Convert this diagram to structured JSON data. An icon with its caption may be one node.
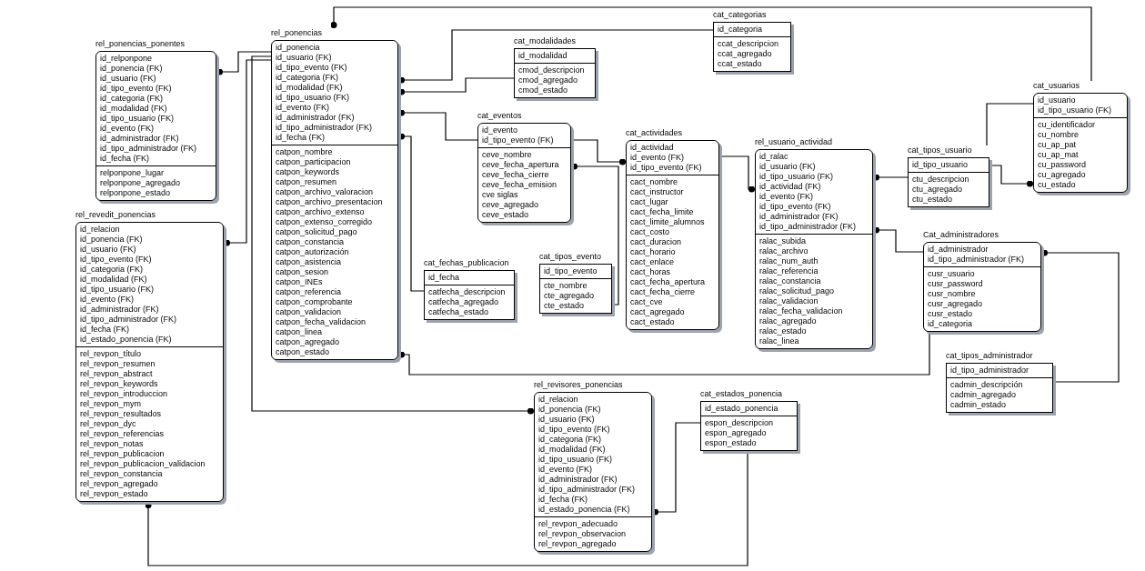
{
  "diagram": {
    "nodes": [
      {
        "text": [
          "rel_ponencias_ponentes"
        ]
      },
      {
        "text": [
          "id_relponpone",
          "id_ponencia (FK)",
          "id_usuario (FK)",
          "id_tipo_evento (FK)",
          "id_categoria (FK)",
          "id_modalidad (FK)",
          "id_tipo_usuario (FK)",
          "id_evento (FK)",
          "id_administrador (FK)",
          "id_tipo_administrador (FK)",
          "id_fecha (FK)"
        ],
        "in": 0
      },
      {
        "text": [
          "relponpone_lugar",
          "relponpone_agregado",
          "relponpone_estado"
        ],
        "in": 0
      },
      {
        "text": [
          "rel_ponencias"
        ]
      },
      {
        "text": [
          "id_ponencia",
          "id_usuario (FK)",
          "id_tipo_evento (FK)",
          "id_categoria (FK)",
          "id_modalidad (FK)",
          "id_tipo_usuario (FK)",
          "id_evento (FK)",
          "id_administrador (FK)",
          "id_tipo_administrador (FK)",
          "id_fecha (FK)"
        ],
        "in": 3
      },
      {
        "text": [
          "catpon_nombre",
          "catpon_participacion",
          "catpon_keywords",
          "catpon_resumen",
          "catpon_archivo_valoracion",
          "catpon_archivo_presentacion",
          "catpon_archivo_extenso",
          "catpon_extenso_corregido",
          "catpon_solicitud_pago",
          "catpon_constancia",
          "catpon_autorización",
          "catpon_asistencia",
          "catpon_sesion",
          "catpon_INEs",
          "catpon_referencia",
          "catpon_comprobante",
          "catpon_validacion",
          "catpon_fecha_validacion",
          "catpon_linea",
          "catpon_agregado",
          "catpon_estado"
        ],
        "in": 3
      },
      {
        "text": [
          "rel_revedit_ponencias"
        ]
      },
      {
        "text": [
          "id_relacion",
          "id_ponencia (FK)",
          "id_usuario (FK)",
          "id_tipo_evento (FK)",
          "id_categoria (FK)",
          "id_modalidad (FK)",
          "id_tipo_usuario (FK)",
          "id_evento (FK)",
          "id_administrador (FK)",
          "id_tipo_administrador (FK)",
          "id_fecha (FK)",
          "id_estado_ponencia (FK)"
        ],
        "in": 6
      },
      {
        "text": [
          "rel_revpon_título",
          "rel_revpon_resumen",
          "rel_revpon_abstract",
          "rel_revpon_keywords",
          "rel_revpon_introduccion",
          "rel_revpon_mym",
          "rel_revpon_resultados",
          "rel_revpon_dyc",
          "rel_revpon_referencias",
          "rel_revpon_notas",
          "rel_revpon_publicacion",
          "rel_revpon_publicacion_validacion",
          "rel_revpon_constancia",
          "rel_revpon_agregado",
          "rel_revpon_estado"
        ],
        "in": 6
      },
      {
        "text": [
          "cat_modalidades"
        ]
      },
      {
        "text": [
          "id_modalidad"
        ],
        "in": 9
      },
      {
        "text": [
          "cmod_descripcion",
          "cmod_agregado",
          "cmod_estado"
        ],
        "in": 9
      },
      {
        "text": [
          "cat_categorias"
        ]
      },
      {
        "text": [
          "id_categoria"
        ],
        "in": 12
      },
      {
        "text": [
          "ccat_descripcion",
          "ccat_agregado",
          "ccat_estado"
        ],
        "in": 12
      },
      {
        "text": [
          "cat_eventos"
        ]
      },
      {
        "text": [
          "id_evento",
          "id_tipo_evento (FK)"
        ],
        "in": 15
      },
      {
        "text": [
          "ceve_nombre",
          "ceve_fecha_apertura",
          "ceve_fecha_cierre",
          "ceve_fecha_emision",
          "cve siglas",
          "ceve_agregado",
          "ceve_estado"
        ],
        "in": 15
      },
      {
        "text": [
          "cat_actividades"
        ]
      },
      {
        "text": [
          "id_actividad",
          "id_evento (FK)",
          "id_tipo_evento (FK)"
        ],
        "in": 18
      },
      {
        "text": [
          "cact_nombre",
          "cact_instructor",
          "cact_lugar",
          "cact_fecha_limite",
          "cact_limite_alumnos",
          "cact_costo",
          "cact_duracion",
          "cact_horario",
          "cact_enlace",
          "cact_horas",
          "cact_fecha_apertura",
          "cact_fecha_cierre",
          "cact_cve",
          "cact_agregado",
          "cact_estado"
        ],
        "in": 18
      },
      {
        "text": [
          "cat_fechas_publicacion"
        ]
      },
      {
        "text": [
          "id_fecha"
        ],
        "in": 21
      },
      {
        "text": [
          "catfecha_descripcion",
          "catfecha_agregado",
          "catfecha_estado"
        ],
        "in": 21
      },
      {
        "text": [
          "cat_tipos_evento"
        ]
      },
      {
        "text": [
          "id_tipo_evento"
        ],
        "in": 24
      },
      {
        "text": [
          "cte_nombre",
          "cte_agregado",
          "cte_estado"
        ],
        "in": 24
      },
      {
        "text": [
          "rel_usuario_actividad"
        ]
      },
      {
        "text": [
          "id_ralac",
          "id_usuario (FK)",
          "id_tipo_usuario (FK)",
          "id_actividad (FK)",
          "id_evento (FK)",
          "id_tipo_evento (FK)",
          "id_administrador (FK)",
          "id_tipo_administrador (FK)"
        ],
        "in": 27
      },
      {
        "text": [
          "ralac_subida",
          "ralac_archivo",
          "ralac_num_auth",
          "ralac_referencia",
          "ralac_constancia",
          "ralac_solicitud_pago",
          "ralac_validacion",
          "ralac_fecha_validacion",
          "ralac_agregado",
          "ralac_estado",
          "ralac_linea"
        ],
        "in": 27
      },
      {
        "text": [
          "cat_tipos_usuario"
        ]
      },
      {
        "text": [
          "id_tipo_usuario"
        ],
        "in": 30
      },
      {
        "text": [
          "ctu_descripcion",
          "ctu_agregado",
          "ctu_estado"
        ],
        "in": 30
      },
      {
        "text": [
          "cat_usuarios"
        ]
      },
      {
        "text": [
          "id_usuario",
          "id_tipo_usuario (FK)"
        ],
        "in": 33
      },
      {
        "text": [
          "cu_identificador",
          "cu_nombre",
          "cu_ap_pat",
          "cu_ap_mat",
          "cu_password",
          "cu_agregado",
          "cu_estado"
        ],
        "in": 33
      },
      {
        "text": [
          "Cat_administradores"
        ]
      },
      {
        "text": [
          "id_administrador",
          "id_tipo_administrador (FK)"
        ],
        "in": 36
      },
      {
        "text": [
          "cusr_usuario",
          "cusr_password",
          "cusr_nombre",
          "cusr_agregado",
          "cusr_estado",
          "id_categoria"
        ],
        "in": 36
      },
      {
        "text": [
          "cat_tipos_administrador"
        ]
      },
      {
        "text": [
          "id_tipo_administrador"
        ],
        "in": 39
      },
      {
        "text": [
          "cadmin_descripción",
          "cadmin_agregado",
          "cadmin_estado"
        ],
        "in": 39
      },
      {
        "text": [
          "rel_revisores_ponencias"
        ]
      },
      {
        "text": [
          "id_relacion",
          "id_ponencia (FK)",
          "id_usuario (FK)",
          "id_tipo_evento (FK)",
          "id_categoria (FK)",
          "id_modalidad (FK)",
          "id_tipo_usuario (FK)",
          "id_evento (FK)",
          "id_administrador (FK)",
          "id_tipo_administrador (FK)",
          "id_fecha (FK)",
          "id_estado_ponencia (FK)"
        ],
        "in": 42
      },
      {
        "text": [
          "rel_revpon_adecuado",
          "rel_revpon_observacion",
          "rel_revpon_agregado"
        ],
        "in": 42
      },
      {
        "text": [
          "cat_estados_ponencia"
        ]
      },
      {
        "text": [
          "id_estado_ponencia"
        ],
        "in": 45
      },
      {
        "text": [
          "espon_descripcion",
          "espon_agregado",
          "espon_estado"
        ],
        "in": 45
      }
    ],
    "edges": [
      {
        "from": 3,
        "to": 0,
        "arrow": "other"
      },
      {
        "from": 33,
        "to": 3,
        "arrow": "other"
      },
      {
        "from": 12,
        "to": 3,
        "arrow": "other"
      },
      {
        "from": 9,
        "to": 3,
        "arrow": "other"
      },
      {
        "from": 15,
        "to": 3,
        "arrow": "other"
      },
      {
        "from": 21,
        "to": 3,
        "arrow": "other"
      },
      {
        "from": 15,
        "to": 18,
        "arrow": "other"
      },
      {
        "from": 24,
        "to": 15,
        "arrow": "other"
      },
      {
        "from": 18,
        "to": 27,
        "arrow": "other"
      },
      {
        "from": 30,
        "to": 27,
        "arrow": "other"
      },
      {
        "from": 30,
        "to": 33,
        "arrow": "other"
      },
      {
        "from": 33,
        "to": 30,
        "arrow": "none"
      },
      {
        "from": 36,
        "to": 27,
        "arrow": "other"
      },
      {
        "from": 39,
        "to": 36,
        "arrow": "other"
      },
      {
        "from": 36,
        "to": 3,
        "arrow": "other"
      },
      {
        "from": 3,
        "to": 42,
        "arrow": "other"
      },
      {
        "from": 3,
        "to": 6,
        "arrow": "other"
      },
      {
        "from": 45,
        "to": 6,
        "arrow": "other"
      },
      {
        "from": 45,
        "to": 42,
        "arrow": "other"
      }
    ]
  }
}
